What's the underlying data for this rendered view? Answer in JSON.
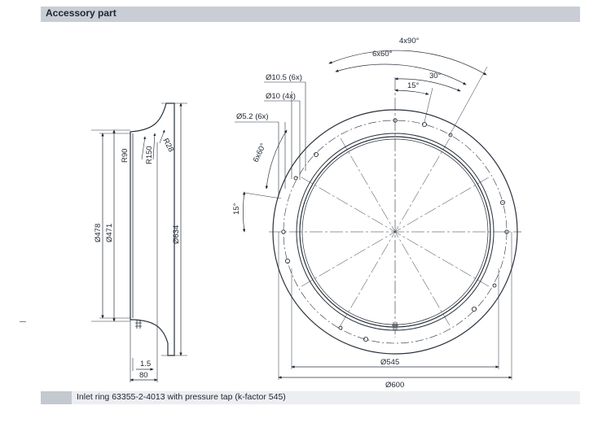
{
  "header": {
    "title": "Accessory part"
  },
  "footer": {
    "caption": "Inlet ring 63355-2-4013 with pressure tap (k-factor 545)"
  },
  "side_view": {
    "radius_large": "R90",
    "radius_mid": "R150",
    "radius_small": "R28",
    "diameter_1": "Ø478",
    "diameter_2": "Ø471",
    "diameter_outer": "Ø634",
    "thickness": "1.5",
    "depth": "80"
  },
  "front_view": {
    "angle_4x90": "4x90°",
    "angle_6x60_top": "6x60°",
    "angle_30": "30°",
    "angle_15_top": "15°",
    "hole_10_5": "Ø10.5 (6x)",
    "hole_10": "Ø10 (4x)",
    "hole_5_2": "Ø5.2 (6x)",
    "angle_6x60_left": "6x60°",
    "angle_15_left": "15°",
    "diameter_545": "Ø545",
    "diameter_600": "Ø600"
  }
}
